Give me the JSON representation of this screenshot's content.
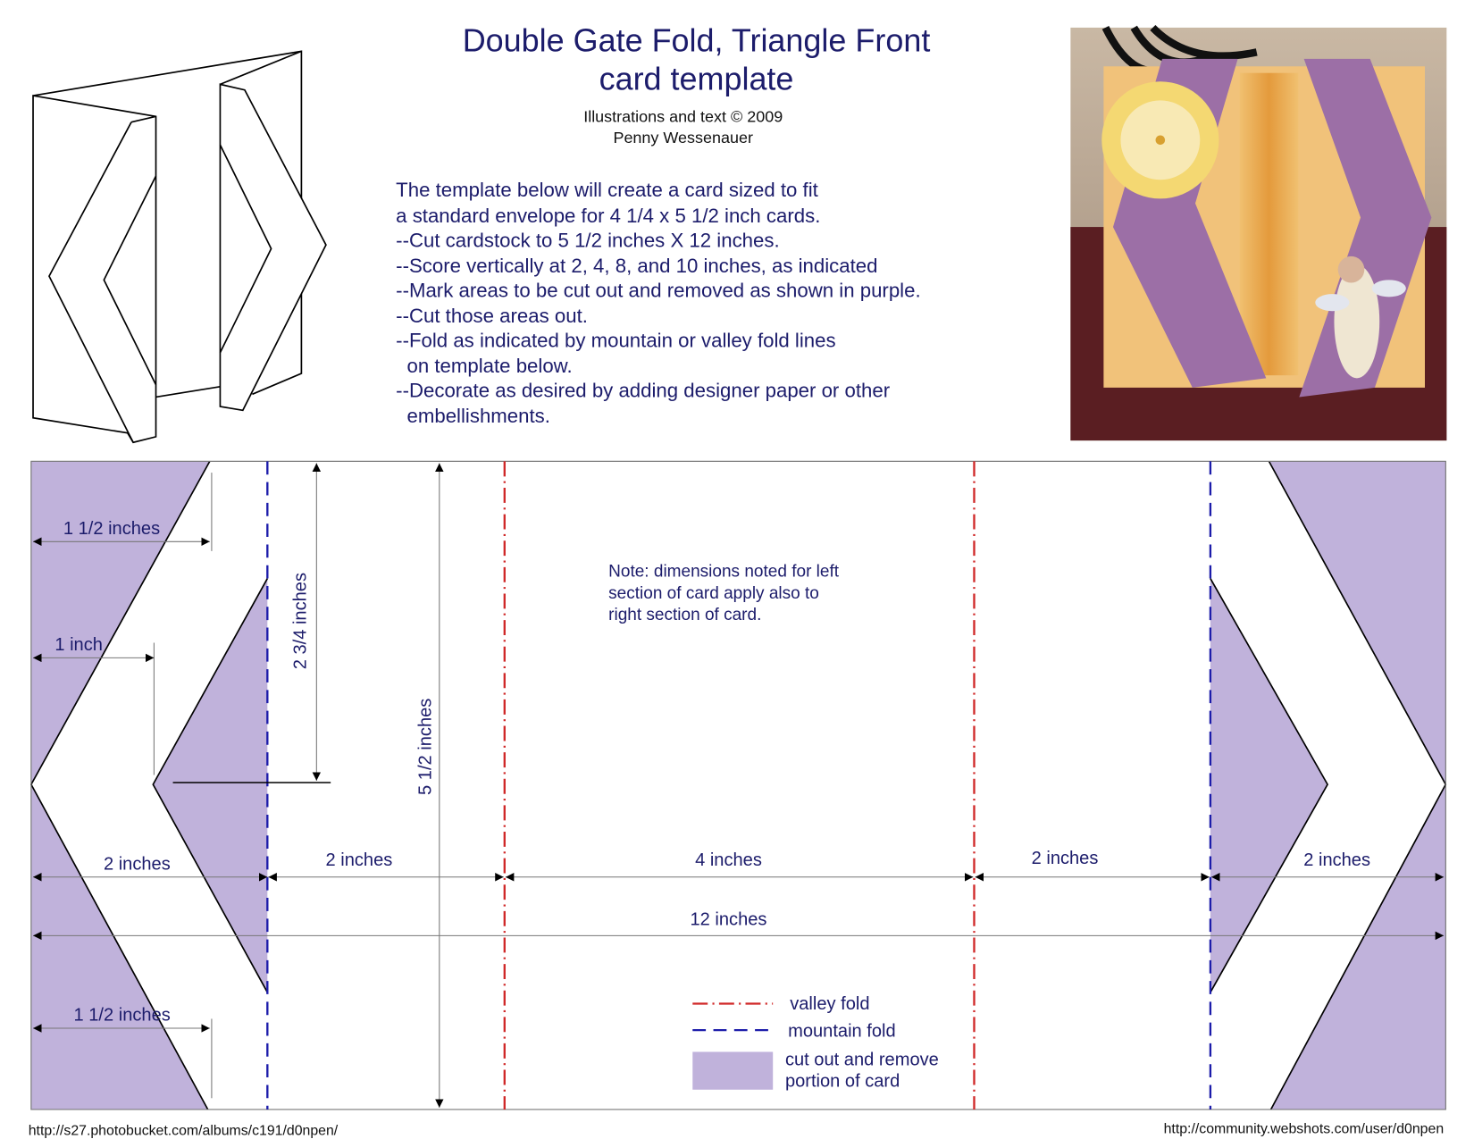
{
  "header": {
    "title_line1": "Double Gate Fold, Triangle Front",
    "title_line2": "card template",
    "credit_line1": "Illustrations and text © 2009",
    "credit_line2": "Penny Wessenauer"
  },
  "instructions": [
    "The template below will create a card sized to fit",
    "a standard envelope for 4 1/4 x 5 1/2 inch cards.",
    "--Cut cardstock to 5 1/2 inches X 12 inches.",
    "--Score vertically at 2, 4, 8, and 10 inches, as indicated",
    "--Mark areas to be cut out and removed as shown in purple.",
    "--Cut those areas out.",
    "--Fold as indicated by mountain or valley fold lines",
    "  on template below.",
    "--Decorate as desired by adding designer paper or other",
    "  embellishments."
  ],
  "template": {
    "dims": {
      "top_width": "1 1/2 inches",
      "inner_width": "1 inch",
      "inner_height": "2 3/4 inches",
      "card_height": "5 1/2 inches",
      "seg1": "2 inches",
      "seg2": "2 inches",
      "seg3": "4 inches",
      "seg4": "2 inches",
      "seg5": "2 inches",
      "total": "12 inches",
      "bottom_width": "1 1/2 inches"
    },
    "note": [
      "Note: dimensions noted for left",
      "section of card apply also to",
      "right section of card."
    ],
    "legend": {
      "valley": "valley fold",
      "mountain": "mountain fold",
      "cut_line1": "cut out and remove",
      "cut_line2": "portion of card"
    }
  },
  "footer": {
    "left_url": "http://s27.photobucket.com/albums/c191/d0npen/",
    "right_url": "http://community.webshots.com/user/d0npen"
  },
  "colors": {
    "cutout": "#c0b2db",
    "valley": "#d02828",
    "mountain": "#1c1caa",
    "text": "#1c1c6b"
  }
}
